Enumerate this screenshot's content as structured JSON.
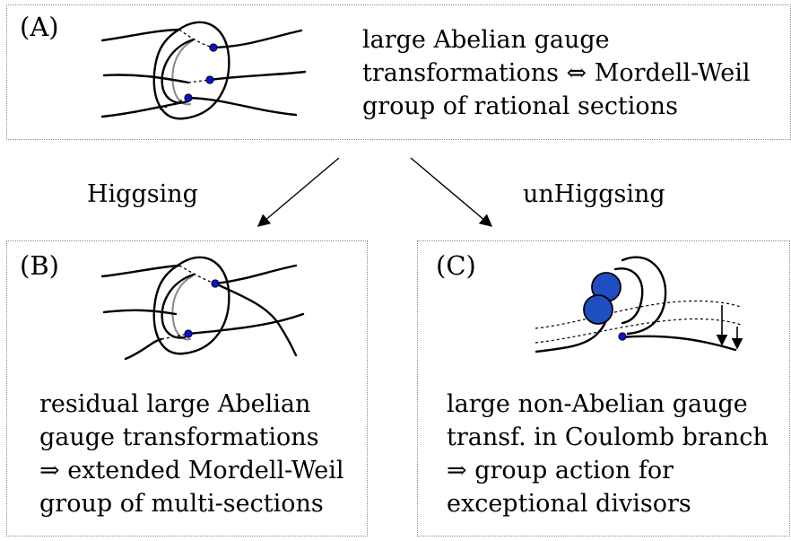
{
  "panel_a": {
    "tag": "(A)",
    "text": [
      "large Abelian gauge",
      "transformations ⇔ Mordell-Weil",
      "group of rational sections"
    ]
  },
  "panel_b": {
    "tag": "(B)",
    "text": [
      "residual large Abelian",
      "gauge transformations",
      "⇒ extended Mordell-Weil",
      "group of multi-sections"
    ]
  },
  "panel_c": {
    "tag": "(C)",
    "text": [
      "large non-Abelian gauge",
      "transf. in Coulomb branch",
      "⇒ group action for",
      "exceptional divisors"
    ]
  },
  "arrows": {
    "left_label": "Higgsing",
    "right_label": "unHiggsing"
  },
  "colors": {
    "point": "#0a12c8",
    "ball": "#1f4ec2",
    "frame": "#8a8a8a"
  }
}
